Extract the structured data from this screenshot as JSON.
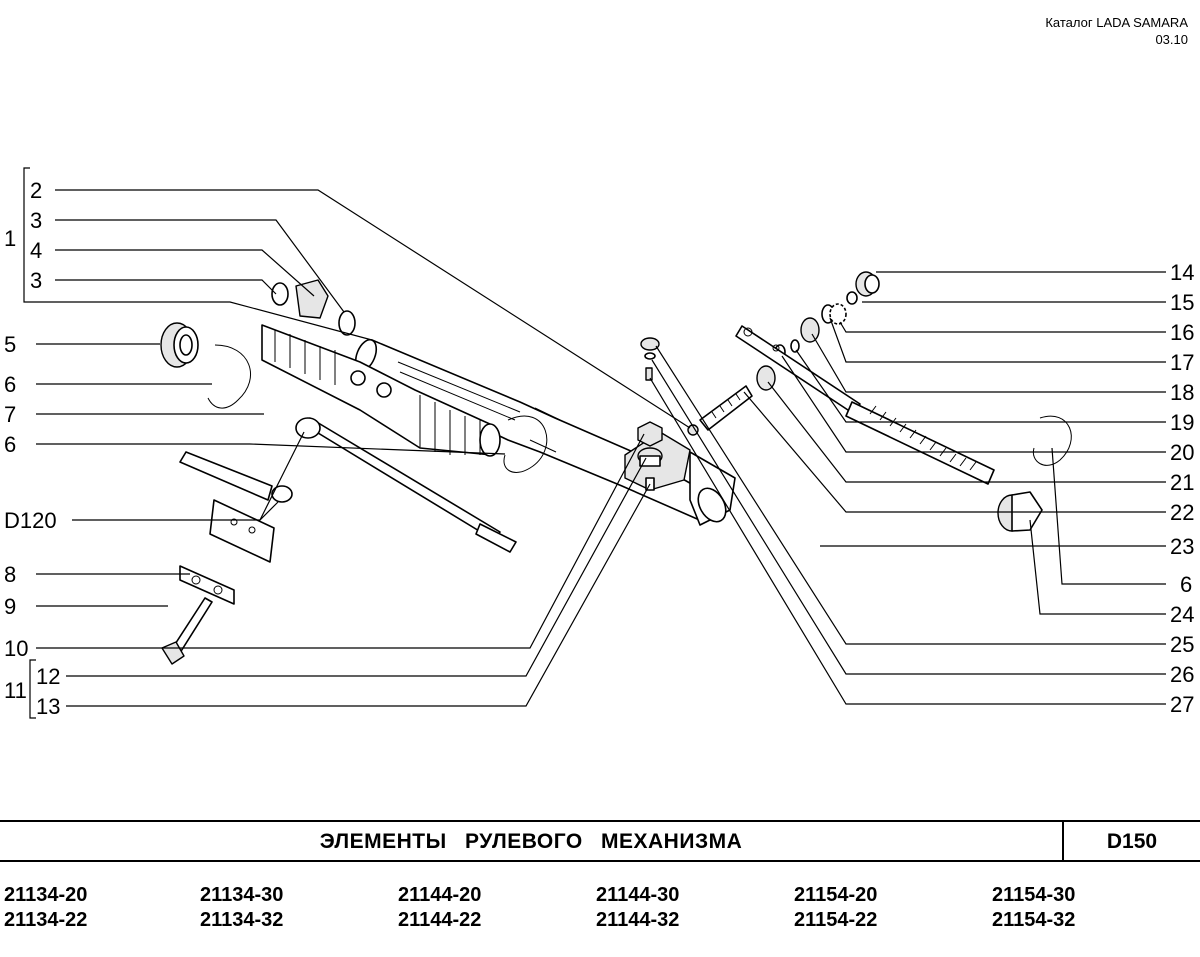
{
  "header": {
    "catalog": "Каталог  LADA SAMARA",
    "date": "03.10"
  },
  "callouts": {
    "n1": "1",
    "n2": "2",
    "n3a": "3",
    "n4": "4",
    "n3b": "3",
    "n5": "5",
    "n6a": "6",
    "n7": "7",
    "n6b": "6",
    "nD120": "D120",
    "n8": "8",
    "n9": "9",
    "n10": "10",
    "n11": "11",
    "n12": "12",
    "n13": "13",
    "n14": "14",
    "n15": "15",
    "n16": "16",
    "n17": "17",
    "n18": "18",
    "n19": "19",
    "n20": "20",
    "n21": "21",
    "n22": "22",
    "n23": "23",
    "n6c": "6",
    "n24": "24",
    "n25": "25",
    "n26": "26",
    "n27": "27"
  },
  "title": {
    "text": "ЭЛЕМЕНТЫ  РУЛЕВОГО  МЕХАНИЗМА",
    "code": "D150"
  },
  "models": [
    [
      "21134-20",
      "21134-22"
    ],
    [
      "21134-30",
      "21134-32"
    ],
    [
      "21144-20",
      "21144-22"
    ],
    [
      "21144-30",
      "21144-32"
    ],
    [
      "21154-20",
      "21154-22"
    ],
    [
      "21154-30",
      "21154-32"
    ]
  ]
}
